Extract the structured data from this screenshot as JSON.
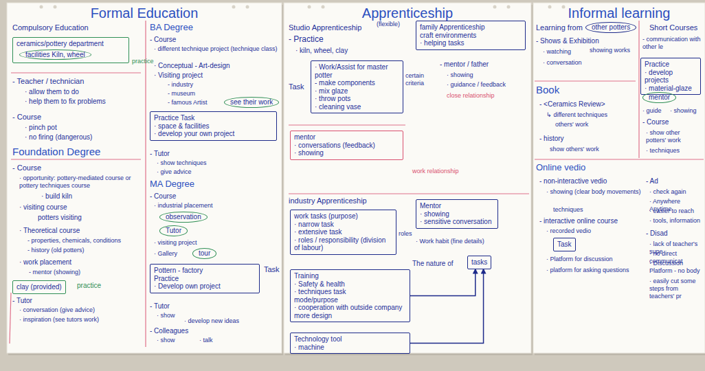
{
  "diagram": {
    "nodes": [
      {
        "text": [
          "Formal Education"
        ]
      },
      {
        "text": [
          "ceramics/pottery department"
        ],
        "in": 0
      },
      {
        "text": [
          "facilities Kiln, wheel"
        ],
        "in": 1
      },
      {
        "text": [
          "see their work"
        ],
        "in": 0
      },
      {
        "text": [
          "Practice Task",
          "· space & facilities",
          "· develop your own project"
        ],
        "in": 0
      },
      {
        "text": [
          "observation"
        ],
        "in": 0
      },
      {
        "text": [
          "Tutor"
        ],
        "in": 0
      },
      {
        "text": [
          "tour"
        ],
        "in": 0
      },
      {
        "text": [
          "Pottern - factory",
          "Practice",
          "· Develop own project"
        ],
        "in": 0
      },
      {
        "text": [
          "clay (provided)"
        ],
        "in": 0
      },
      {
        "text": [
          "Apprenticeship"
        ]
      },
      {
        "text": [
          "family Apprenticeship",
          "craft environments",
          "· helping tasks"
        ],
        "in": 10
      },
      {
        "text": [
          "· Work/Assist for master potter",
          "- make components",
          "· mix glaze",
          "· throw pots",
          "· cleaning vase"
        ],
        "in": 10
      },
      {
        "text": [
          "mentor",
          "· conversations (feedback)",
          "· showing"
        ],
        "in": 10
      },
      {
        "text": [
          "work tasks (purpose)",
          "· narrow task",
          "· extensive task",
          "· roles / responsibility (division of labour)"
        ],
        "in": 10
      },
      {
        "text": [
          "Mentor",
          "· showing",
          "· sensitive conversation"
        ],
        "in": 10
      },
      {
        "text": [
          "tasks"
        ],
        "in": 10
      },
      {
        "text": [
          "Training",
          "· Safety & health",
          "· techniques task",
          "mode/purpose",
          "· cooperation with outside company",
          "more design"
        ],
        "in": 10
      },
      {
        "text": [
          "Technology tool",
          "· machine"
        ],
        "in": 10
      },
      {
        "text": [
          "Informal learning"
        ]
      },
      {
        "text": [
          "other potters"
        ],
        "in": 19
      },
      {
        "text": [
          "Practice",
          "· develop projects",
          "· material-glaze"
        ],
        "in": 19
      },
      {
        "text": [
          "mentor"
        ],
        "in": 19
      },
      {
        "text": [
          "Task"
        ],
        "in": 19
      }
    ],
    "edges": [
      {
        "from": 17,
        "to": 16,
        "arrow": "to"
      },
      {
        "from": 18,
        "to": 16,
        "arrow": "to"
      }
    ],
    "labels": [
      "Compulsory Education",
      "practice",
      "- Teacher / technician",
      "· allow them to do",
      "· help them to fix problems",
      "- Course",
      "· pinch pot",
      "· no firing (dangerous)",
      "Foundation Degree",
      "- Course",
      "· opportunity: pottery-mediated course or pottery techniques course",
      "· build kiln",
      "· visiting course",
      "potters visiting",
      "· Theoretical course",
      "- properties, chemicals, conditions",
      "- history (old potters)",
      "· work placement",
      "- mentor (showing)",
      "practice",
      "- Tutor",
      "· conversation (give advice)",
      "· inspiration (see tutors work)",
      "BA Degree",
      "- Course",
      "· different technique project (technique class)",
      "· Conceptual - Art-design",
      "· Visiting project",
      "- industry",
      "- museum",
      "- famous Artist",
      "- Tutor",
      "· show techniques",
      "· give advice",
      "MA Degree",
      "- Course",
      "· industrial placement",
      "· visiting project",
      "· Gallery",
      "Task",
      "- Tutor",
      "· show",
      "· develop new ideas",
      "- Colleagues",
      "· show",
      "· talk",
      "Studio Apprenticeship",
      "(flexible)",
      "- Practice",
      "· kiln, wheel, clay",
      "Task",
      "certain criteria",
      "- mentor / father",
      "· showing",
      "· guidance / feedback",
      "close relationship",
      "work relationship",
      "industry Apprenticeship",
      "roles",
      "· Work habit (fine details)",
      "The nature of",
      "Learning from",
      "Short Courses",
      "- communication with other le",
      "- Shows & Exhibition",
      "· watching",
      "showing works",
      "· conversation",
      "Book",
      "- <Ceramics Review>",
      "↳ different techniques",
      "others' work",
      "- history",
      "show others' work",
      "· guide",
      "· showing",
      "- Course",
      "· show other potters' work",
      "· techniques",
      "Online vedio",
      "- non-interactive vedio",
      "· showing (clear body movements)",
      "techniques",
      "- interactive online course",
      "· recorded vedio",
      "· Platform for discussion",
      "· platform for asking questions",
      "- Ad",
      "· check again",
      "· Anywhere Anytime",
      "· easier to reach",
      "· tools, information",
      "- Disad",
      "· lack of teacher's supe",
      "· no direct communicat",
      "· Discussion Platform - no body",
      "· easily cut some steps from teachers' pr"
    ]
  }
}
